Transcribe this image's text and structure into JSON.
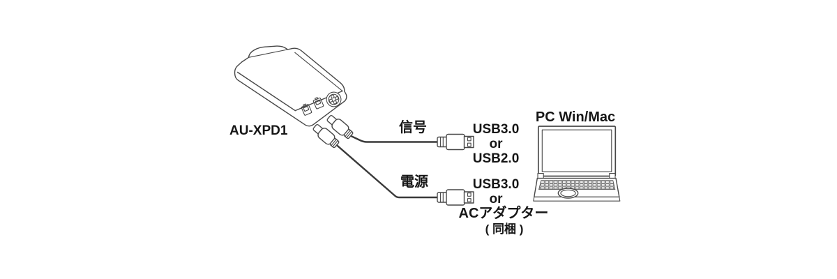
{
  "colors": {
    "line": "#474747",
    "cable": "#3a3a3a",
    "text": "#161616",
    "background": "#ffffff"
  },
  "diagram": {
    "device": {
      "label": "AU-XPD1"
    },
    "signal": {
      "cable_label": "信号",
      "options": [
        "USB3.0",
        "or",
        "USB2.0"
      ]
    },
    "power": {
      "cable_label": "電源",
      "options": [
        "USB3.0",
        "or",
        "ACアダプター",
        "( 同梱 )"
      ]
    },
    "computer": {
      "label": "PC Win/Mac"
    }
  }
}
